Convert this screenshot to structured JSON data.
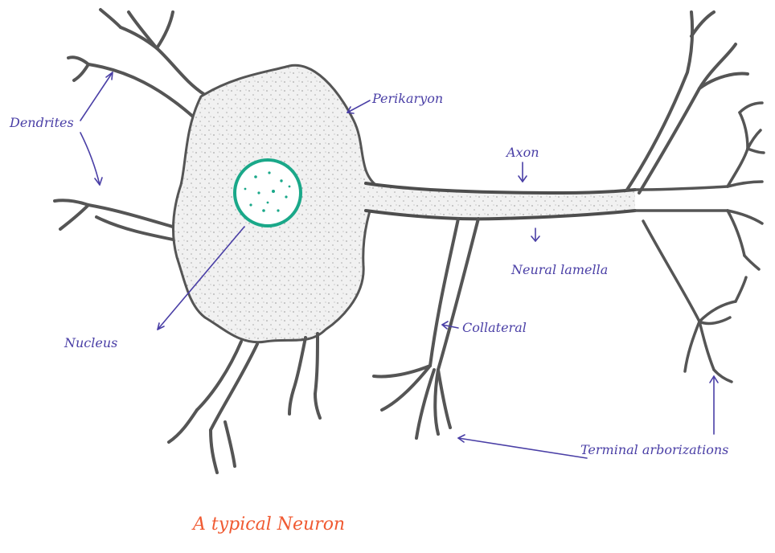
{
  "diagram": {
    "title": "A typical Neuron",
    "labels": {
      "dendrites": "Dendrites",
      "perikaryon": "Perikaryon",
      "axon": "Axon",
      "neural_lamella": "Neural lamella",
      "nucleus": "Nucleus",
      "collateral": "Collateral",
      "terminal_arborizations": "Terminal arborizations"
    },
    "colors": {
      "ink": "#4d4d4d",
      "label": "#4a3fa6",
      "title": "#f05a32",
      "nucleus": "#1aa889",
      "stipple": "#a9a9a9",
      "cytoplasm": "#f1f1f1"
    }
  }
}
